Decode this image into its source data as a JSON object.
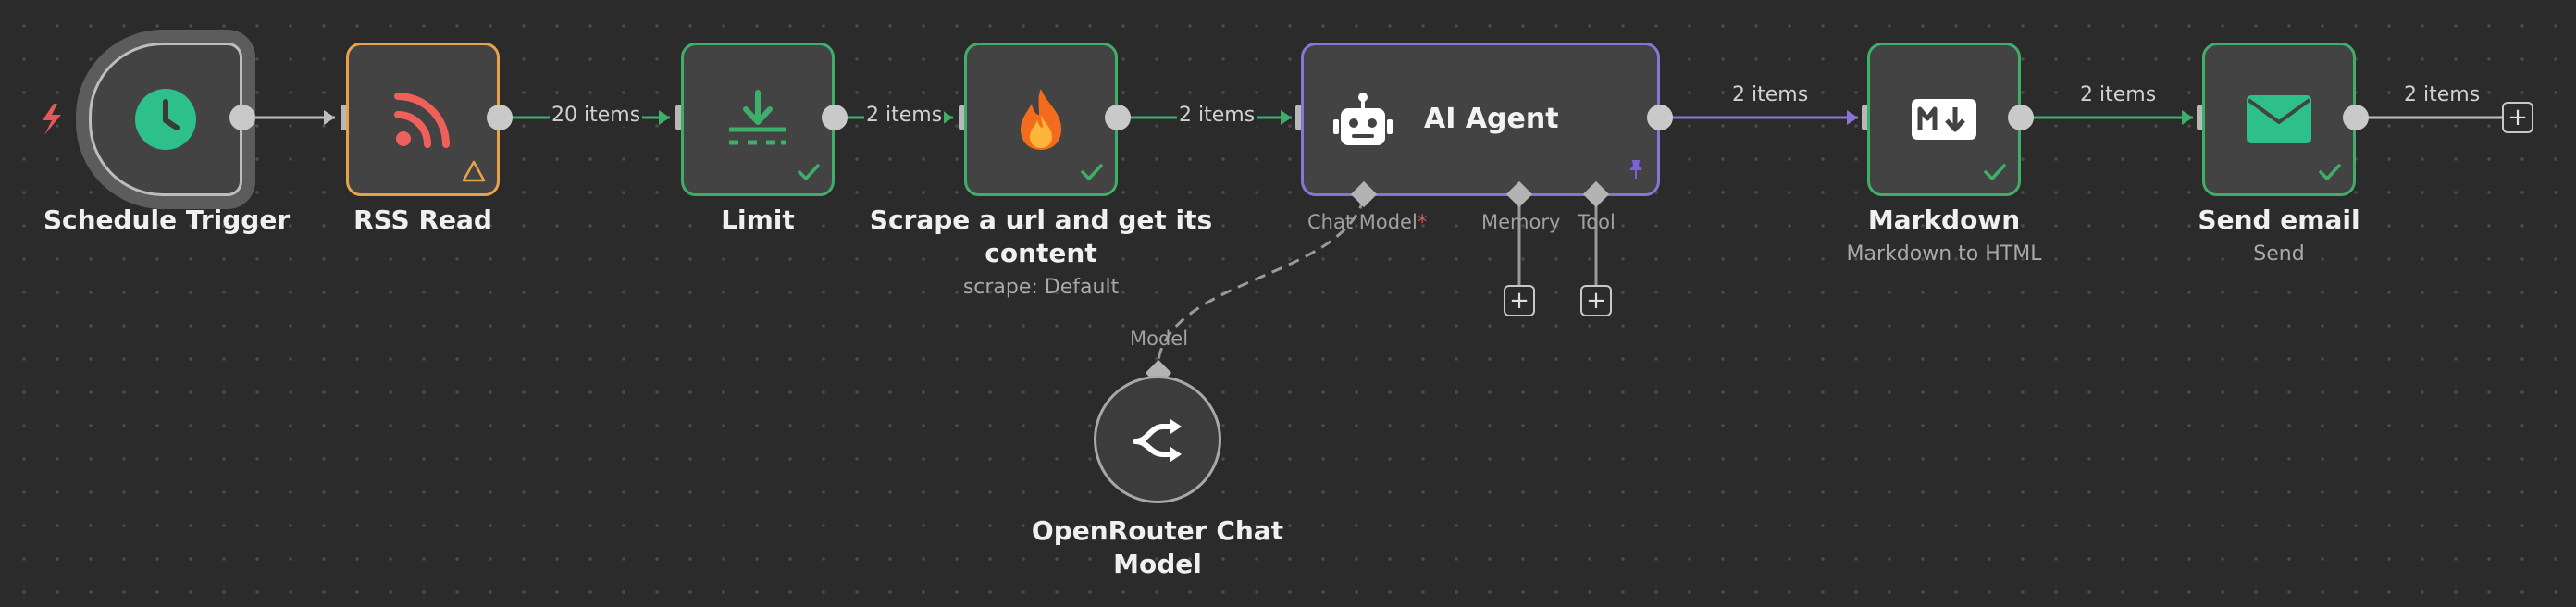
{
  "canvas": {
    "nodes": {
      "schedule_trigger": {
        "label": "Schedule Trigger",
        "icon": "clock-icon"
      },
      "rss_read": {
        "label": "RSS Read",
        "icon": "rss-icon",
        "warning_icon": "warning-triangle-icon"
      },
      "limit": {
        "label": "Limit",
        "icon": "limit-download-icon"
      },
      "scrape": {
        "label_line1": "Scrape a url and get its",
        "label_line2": "content",
        "subtitle": "scrape: Default",
        "icon": "fire-icon"
      },
      "ai_agent": {
        "label": "AI Agent",
        "icon": "robot-icon",
        "pin_icon": "pin-icon",
        "ports": {
          "chat_model": "Chat Model",
          "chat_model_required": "*",
          "memory": "Memory",
          "tool": "Tool"
        }
      },
      "markdown": {
        "label": "Markdown",
        "subtitle": "Markdown to HTML",
        "icon": "markdown-icon"
      },
      "send_email": {
        "label": "Send email",
        "subtitle": "Send",
        "icon": "envelope-icon"
      },
      "openrouter": {
        "label_line1": "OpenRouter Chat",
        "label_line2": "Model",
        "port_label": "Model",
        "icon": "openrouter-icon"
      }
    },
    "edges": {
      "rss_to_limit": "20 items",
      "limit_to_scrape": "2 items",
      "scrape_to_agent": "2 items",
      "agent_to_markdown": "2 items",
      "markdown_to_email": "2 items",
      "email_out": "2 items"
    },
    "plus": "+",
    "colors": {
      "success": "#3fae6a",
      "agent": "#8a74d6",
      "warning": "#e7a34a",
      "trigger_bolt": "#e05a5a"
    }
  }
}
